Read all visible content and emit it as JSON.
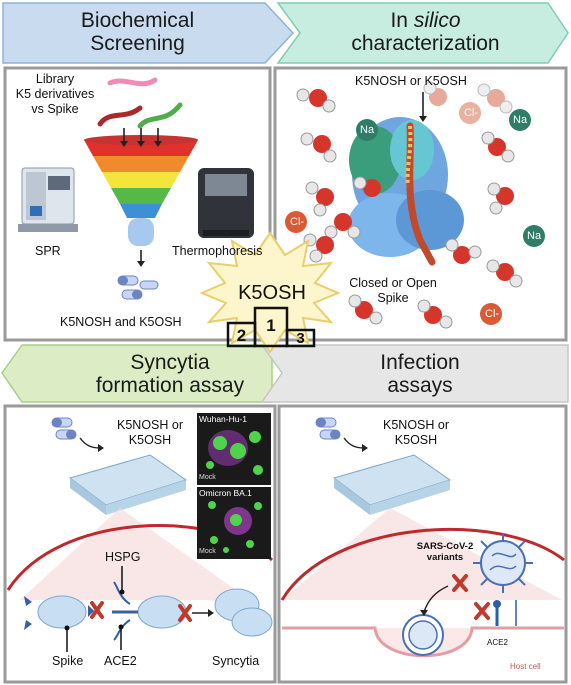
{
  "colors": {
    "header_blue": "#c9dcef",
    "header_teal": "#c6ede0",
    "header_green": "#dcedc6",
    "header_grey": "#e6e6e6",
    "panel_border": "#9a9a9a",
    "membrane_red": "#c0282b",
    "star_fill": "#fdf5cc",
    "star_stroke": "#e9cf6a"
  },
  "panels": {
    "biochemical": {
      "title_line1": "Biochemical",
      "title_line2": "Screening",
      "library_line1": "Library",
      "library_line2": "K5 derivatives",
      "library_line3": "vs Spike",
      "spr": "SPR",
      "thermophoresis": "Thermophoresis",
      "result": "K5NOSH and K5OSH"
    },
    "insilico": {
      "title_italic": "In",
      "title_italic2": "silico",
      "title_line2": "characterization",
      "compound": "K5NOSH or K5OSH",
      "spike_line1": "Closed or Open",
      "spike_line2": "Spike",
      "ion_na": "Na",
      "ion_cl": "Cl-"
    },
    "center": {
      "winner": "K5OSH",
      "rank1": "1",
      "rank2": "2",
      "rank3": "3"
    },
    "syncytia": {
      "title_line1": "Syncytia",
      "title_line2": "formation assay",
      "compound_line1": "K5NOSH or",
      "compound_line2": "K5OSH",
      "micro_top": "Wuhan-Hu-1",
      "micro_top_mock": "Mock",
      "micro_bottom": "Omicron BA.1",
      "micro_bottom_mock": "Mock",
      "hspg": "HSPG",
      "spike": "Spike",
      "ace2": "ACE2",
      "syncytia": "Syncytia"
    },
    "infection": {
      "title_line1": "Infection",
      "title_line2": "assays",
      "compound_line1": "K5NOSH or",
      "compound_line2": "K5OSH",
      "virus_line1": "SARS-CoV-2",
      "virus_line2": "variants",
      "ace2": "ACE2",
      "host_cell": "Host cell"
    }
  }
}
